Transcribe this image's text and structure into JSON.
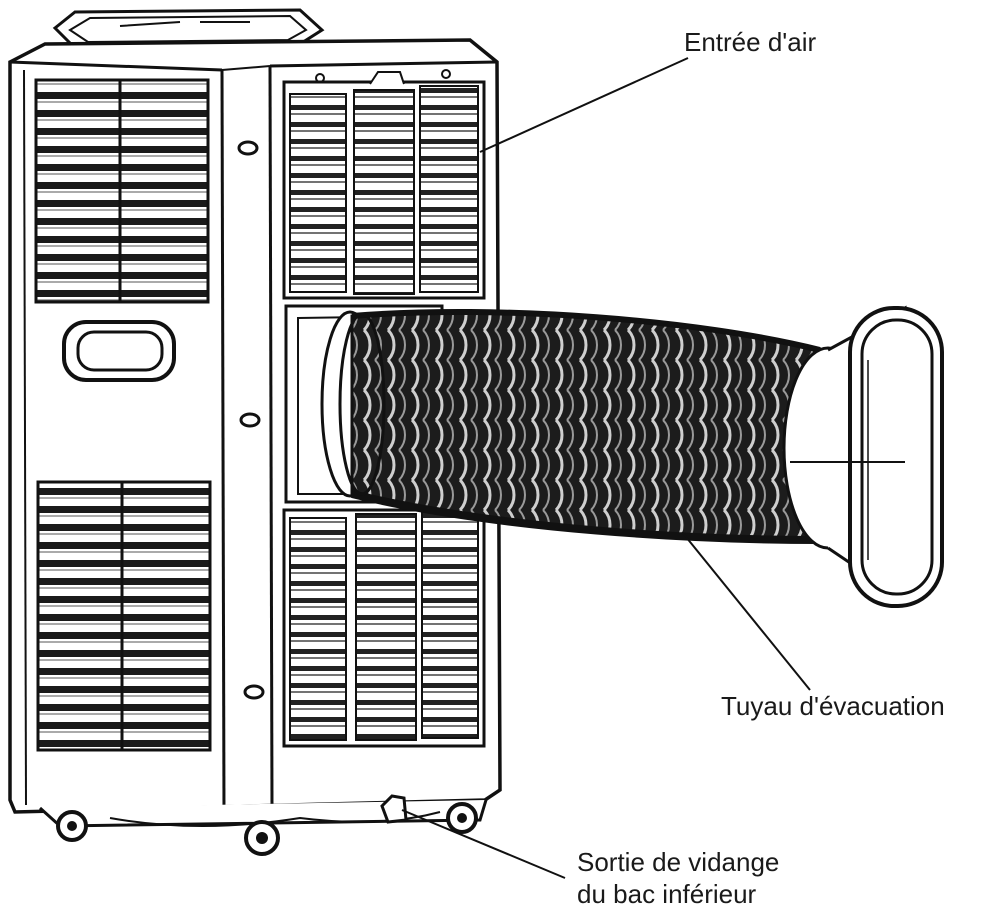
{
  "diagram": {
    "colors": {
      "ink": "#111111",
      "paper": "#ffffff",
      "hose_dark": "#1c1c1c"
    },
    "labels": {
      "air_inlet": "Entrée d'air",
      "exhaust_hose": "Tuyau d'évacuation",
      "drain_line1": "Sortie de vidange",
      "drain_line2": "du bac inférieur"
    }
  }
}
